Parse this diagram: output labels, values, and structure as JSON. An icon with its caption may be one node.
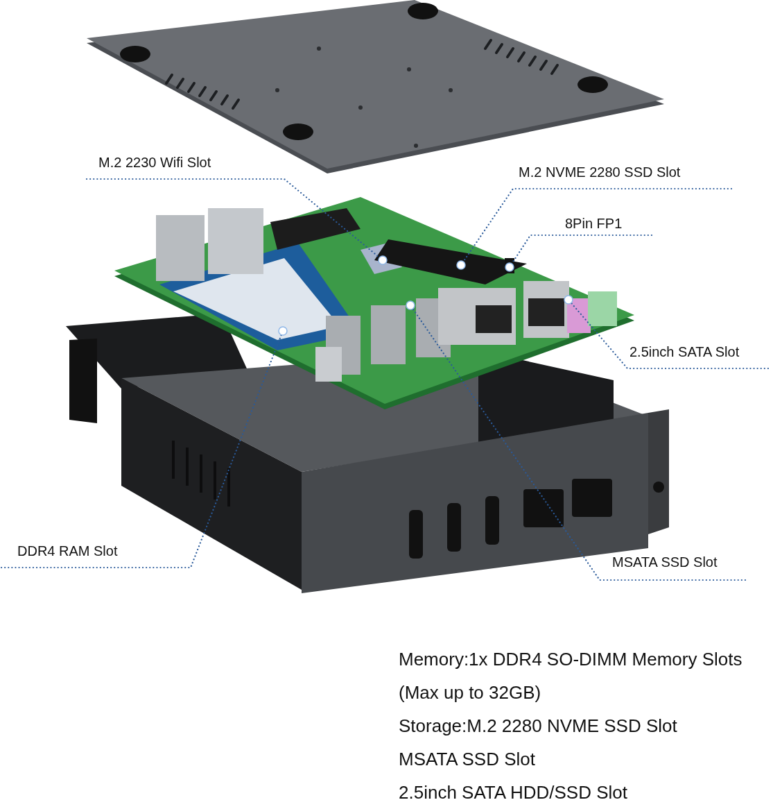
{
  "diagram": {
    "nodes": [
      {
        "text": [
          "M.2 2230 Wifi Slot"
        ]
      },
      {
        "text": [
          "M.2 NVME 2280 SSD Slot"
        ]
      },
      {
        "text": [
          "8Pin FP1"
        ]
      },
      {
        "text": [
          "2.5inch SATA Slot"
        ]
      },
      {
        "text": [
          "DDR4 RAM Slot"
        ]
      },
      {
        "text": [
          "MSATA SSD Slot"
        ]
      }
    ],
    "edges": [
      {
        "from": 0,
        "to": null,
        "arrow": "other",
        "style": "dashed"
      },
      {
        "from": 1,
        "to": null,
        "arrow": "other",
        "style": "dashed"
      },
      {
        "from": 2,
        "to": null,
        "arrow": "other",
        "style": "dashed"
      },
      {
        "from": 3,
        "to": null,
        "arrow": "other",
        "style": "dashed"
      },
      {
        "from": 4,
        "to": null,
        "arrow": "other",
        "style": "dashed"
      },
      {
        "from": 5,
        "to": null,
        "arrow": "other",
        "style": "dashed"
      }
    ],
    "labels": [
      "Memory:1x DDR4 SO-DIMM Memory Slots (Max up to 32GB)",
      "Storage:M.2 2280 NVME SSD Slot",
      "MSATA SSD Slot",
      "2.5inch SATA HDD/SSD Slot"
    ]
  }
}
